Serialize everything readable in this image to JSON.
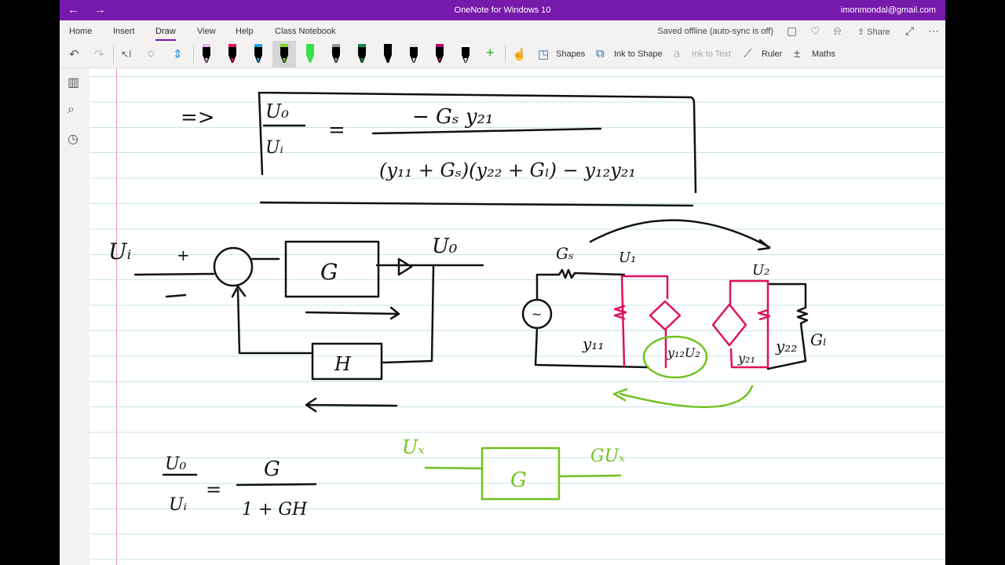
{
  "titlebar": {
    "title": "OneNote for Windows 10",
    "account": "imonmondal@gmail.com",
    "back_icon": "arrow-left",
    "forward_icon": "arrow-right"
  },
  "tabs": [
    "Home",
    "Insert",
    "Draw",
    "View",
    "Help",
    "Class Notebook"
  ],
  "active_tab": "Draw",
  "status": "Saved offline (auto-sync is off)",
  "share_label": "Share",
  "toolbar": {
    "shapes": "Shapes",
    "ink_to_shape": "Ink to Shape",
    "ink_to_text": "Ink to Text",
    "ruler": "Ruler",
    "maths": "Maths"
  },
  "pens": [
    {
      "color": "#000000",
      "tip": "#e6b0e8"
    },
    {
      "color": "#000000",
      "tip": "#e8135f"
    },
    {
      "color": "#000000",
      "tip": "#23a8d8"
    },
    {
      "color": "#000000",
      "tip": "#7ed321",
      "selected": true
    },
    {
      "color": "#39e04a",
      "tip": "#39e04a"
    },
    {
      "color": "#000000",
      "tip": "#999999"
    },
    {
      "color": "#000000",
      "tip": "#1a8a4a"
    },
    {
      "color": "#000000",
      "tip": "#000000"
    },
    {
      "color": "#000000",
      "tip": "#dddddd"
    },
    {
      "color": "#000000",
      "tip": "#b0106e"
    },
    {
      "color": "#000000",
      "tip": "#ffffff"
    }
  ],
  "ink": {
    "colors": {
      "black": "#111111",
      "pink": "#e0115f",
      "green": "#6fc21f"
    },
    "implies": "=>",
    "formula1": {
      "num_left": "U₀",
      "den_left": "Uᵢ",
      "eq": "=",
      "num_right": "− Gₛ y₂₁",
      "den_right": "(y₁₁ + Gₛ)(y₂₂ + Gₗ) − y₁₂y₂₁"
    },
    "block": {
      "input": "Uᵢ",
      "plus": "+",
      "minus": "−",
      "forward": "G",
      "output": "U₀",
      "feedback": "H"
    },
    "circuit": {
      "gs": "Gₛ",
      "v1": "U₁",
      "v2": "U₂",
      "y11": "y₁₁",
      "y12u2": "y₁₂U₂",
      "y21": "y₂₁",
      "y22": "y₂₂",
      "gl": "Gₗ",
      "source": "~"
    },
    "formula2": {
      "num_left": "U₀",
      "den_left": "Uᵢ",
      "eq": "=",
      "num_right": "G",
      "den_right": "1 + GH"
    },
    "green_block": {
      "input": "Uₓ",
      "block": "G",
      "output": "GUₓ"
    }
  }
}
